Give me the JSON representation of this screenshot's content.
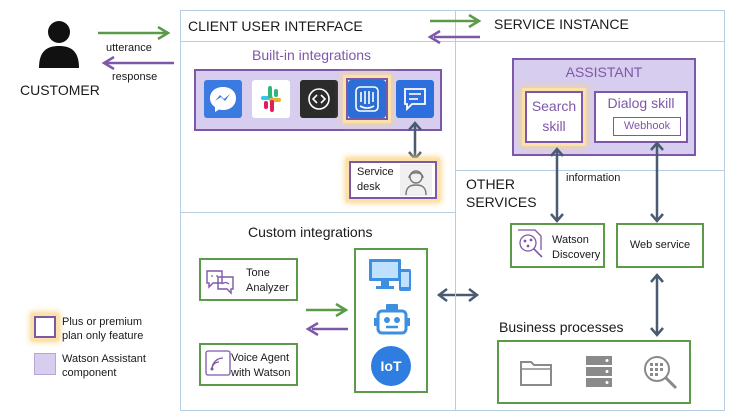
{
  "customer": {
    "label": "CUSTOMER",
    "utterance": "utterance",
    "response": "response"
  },
  "client_ui": {
    "title": "CLIENT USER INTERFACE",
    "builtin": {
      "title": "Built-in integrations"
    },
    "service_desk": {
      "line1": "Service",
      "line2": "desk"
    },
    "custom": {
      "title": "Custom integrations"
    },
    "tone": {
      "line1": "Tone",
      "line2": "Analyzer"
    },
    "voice": {
      "line1": "Voice Agent",
      "line2": "with Watson"
    },
    "iot_label": "IoT"
  },
  "service_instance": {
    "title": "SERVICE INSTANCE",
    "assistant": {
      "title": "ASSISTANT",
      "search_skill": {
        "line1": "Search",
        "line2": "skill"
      },
      "dialog_skill": {
        "title": "Dialog skill",
        "webhook": "Webhook"
      }
    },
    "information": "information",
    "other": {
      "line1": "OTHER",
      "line2": "SERVICES"
    },
    "discovery": {
      "line1": "Watson",
      "line2": "Discovery"
    },
    "web_service": "Web service",
    "business": {
      "title": "Business processes"
    }
  },
  "legend": {
    "premium": {
      "line1": "Plus or premium",
      "line2": "plan only feature"
    },
    "component": {
      "line1": "Watson Assistant",
      "line2": "component"
    }
  },
  "colors": {
    "green": "#5a9a48",
    "purple": "#7e58a8",
    "purple_fill": "#d7cdee",
    "highlight": "#f7d48a",
    "arrow": "#4a5a70"
  }
}
